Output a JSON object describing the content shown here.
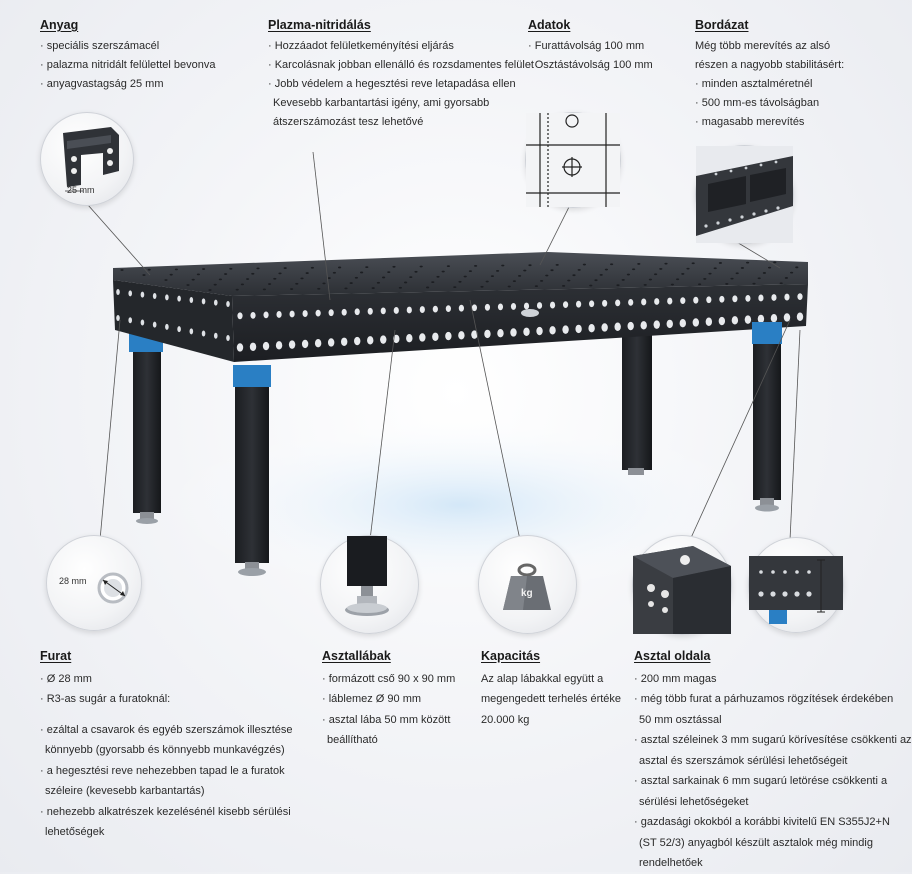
{
  "blocks": {
    "anyag": {
      "title": "Anyag",
      "lines": [
        "· speciális szerszámacél",
        "· palazma nitridált felülettel bevonva",
        "· anyagvastagság 25 mm"
      ]
    },
    "plazma": {
      "title": "Plazma-nitridálás",
      "lines": [
        "· Hozzáadot felületkeményítési eljárás",
        "· Karcolásnak jobban ellenálló és rozsdamentes felület",
        "· Jobb védelem a hegesztési reve letapadása ellen",
        "  Kevesebb karbantartási igény, ami gyorsabb",
        "  átszerszámozást tesz lehetővé"
      ]
    },
    "adatok": {
      "title": "Adatok",
      "lines": [
        "· Furattávolság 100 mm",
        "· Osztástávolság 100 mm"
      ]
    },
    "bordazat": {
      "title": "Bordázat",
      "lines": [
        "Még több merevítés az alsó",
        "részen a nagyobb stabilitásért:",
        "· minden asztalméretnél",
        "· 500 mm-es távolságban",
        "· magasabb merevítés"
      ]
    },
    "furat": {
      "title": "Furat",
      "lines": [
        "· Ø 28 mm",
        "· R3-as sugár a furatoknál:",
        "",
        "· ezáltal a csavarok és egyéb szerszámok illesztése",
        "  könnyebb (gyorsabb és könnyebb munkavégzés)",
        "· a hegesztési reve nehezebben tapad le a furatok",
        "  széleire (kevesebb karbantartás)",
        "· nehezebb alkatrészek kezelésénél kisebb sérülési",
        "  lehetőségek"
      ]
    },
    "asztallabak": {
      "title": "Asztallábak",
      "lines": [
        "· formázott cső 90 x 90 mm",
        "· láblemez Ø 90 mm",
        "· asztal lába 50 mm között",
        "  beállítható"
      ]
    },
    "kapacitas": {
      "title": "Kapacitás",
      "lines": [
        "Az alap lábakkal együtt a",
        "megengedett terhelés értéke",
        "20.000 kg"
      ]
    },
    "oldal": {
      "title": "Asztal oldala",
      "lines": [
        "· 200 mm magas",
        "· még több furat a párhuzamos rögzítések érdekében",
        "  50 mm osztással",
        "· asztal széleinek 3 mm sugarú körívesítése csökkenti az",
        "  asztal és szerszámok sérülési lehetőségeit",
        "· asztal sarkainak 6 mm sugarú letörése csökkenti a",
        "  sérülési lehetőségeket",
        "· gazdasági okokból a korábbi kivitelű EN S355J2+N",
        "  (ST 52/3) anyagból készült asztalok még mindig",
        "  rendelhetőek"
      ]
    }
  },
  "labels": {
    "thickness": "25 mm",
    "hole_diameter": "28 mm",
    "weight": "kg"
  },
  "colors": {
    "table_top": "#3a3d42",
    "table_dark": "#1e2024",
    "leg_blue": "#2a7fc4",
    "glow": "#b9d8f0"
  }
}
